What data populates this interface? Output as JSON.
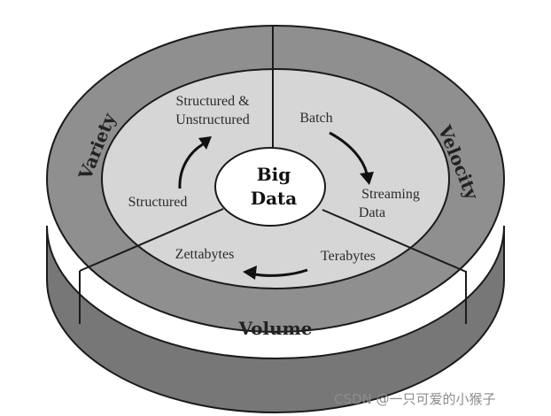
{
  "center": {
    "line1": "Big",
    "line2": "Data"
  },
  "outer_ring": {
    "variety": "Variety",
    "velocity": "Velocity",
    "volume": "Volume"
  },
  "inner": {
    "variety": {
      "from": "Structured",
      "to_line1": "Structured &",
      "to_line2": "Unstructured"
    },
    "velocity": {
      "from": "Batch",
      "to_line1": "Streaming",
      "to_line2": "Data"
    },
    "volume": {
      "from": "Terabytes",
      "to": "Zettabytes"
    }
  },
  "colors": {
    "outer_ring": "#8f8f8f",
    "inner_disc": "#d6d6d6",
    "side_band": "#777777",
    "center": "#ffffff",
    "outline": "#1a1a1a"
  },
  "watermark": "CSDN @一只可爱的小猴子"
}
